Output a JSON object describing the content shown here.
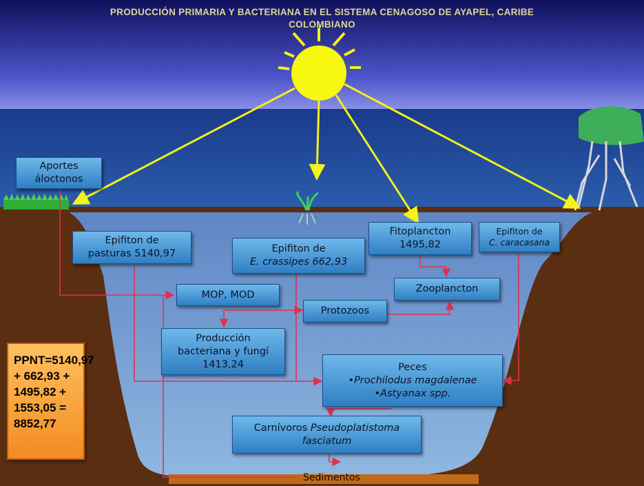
{
  "title": {
    "line1": "PRODUCCIÓN  PRIMARIA Y BACTERIANA  EN EL SISTEMA CENAGOSO DE AYAPEL,  CARIBE",
    "line2": "COLOMBIANO"
  },
  "nodes": {
    "aportes": {
      "line1": "Aportes",
      "line2": "áloctonos"
    },
    "epifiton_pasturas": {
      "line1": "Epifiton de",
      "line2": "pasturas 5140,97"
    },
    "epifiton_crassipes": {
      "line1": "Epifiton de",
      "line2": "E. crassipes 662,93"
    },
    "fitoplancton": {
      "line1": "Fitoplancton",
      "line2": "1495,82"
    },
    "epifiton_caracasana": {
      "line1": "Epifiton de",
      "line2": "C. caracasana"
    },
    "mop_mod": {
      "label": "MOP, MOD"
    },
    "protozoos": {
      "label": "Protozoos"
    },
    "zooplancton": {
      "label": "Zooplancton"
    },
    "produccion": {
      "line1": "Producción",
      "line2": "bacteriana y fungí",
      "line3": "1413,24"
    },
    "peces": {
      "line1": "Peces",
      "line2": "•Prochilodus magdalenae",
      "line3": "•Astyanax spp."
    },
    "carnivoros": {
      "line1a": "Carnívoros",
      "line1b": "Pseudoplatistoma",
      "line2": "fasciatum"
    },
    "sedimentos": {
      "label": "Sedimentos"
    }
  },
  "ppn": {
    "line1": "PPNT=5140,97",
    "line2": "+ 662,93 +",
    "line3": "1495,82 +",
    "line4": "1553,05 =",
    "line5": "8852,77"
  },
  "colors": {
    "node_fill": "#4f9ad8",
    "ppn_fill": "#f4a040",
    "sunlight_arrow": "#f2f218",
    "flow_arrow": "#e03050",
    "soil": "#5a2e10"
  }
}
